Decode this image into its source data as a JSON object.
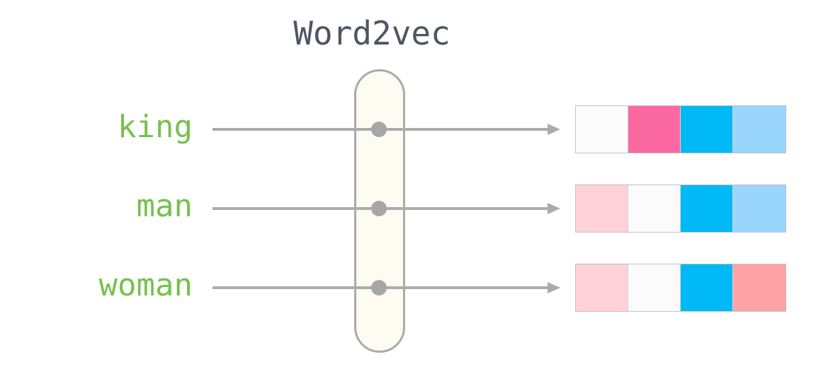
{
  "title": "Word2vec",
  "rows": [
    {
      "word": "king",
      "vector": [
        "off-white",
        "hot-pink",
        "cyan-blue",
        "light-blue"
      ]
    },
    {
      "word": "man",
      "vector": [
        "light-pink",
        "off-white",
        "cyan-blue",
        "light-blue"
      ]
    },
    {
      "word": "woman",
      "vector": [
        "light-pink",
        "off-white",
        "cyan-blue",
        "salmon"
      ]
    }
  ],
  "palette": {
    "off-white": "#fbfbfb",
    "hot-pink": "#fc69a2",
    "cyan-blue": "#00b9f5",
    "light-blue": "#99d5fc",
    "light-pink": "#ffd1d9",
    "salmon": "#ffa2a6"
  },
  "colors": {
    "word-green": "#77c14d",
    "title-slate": "#4d5663",
    "line-gray": "#ababab",
    "dot-gray": "#a6a6a6",
    "pill-fill": "#fdfbf2"
  }
}
